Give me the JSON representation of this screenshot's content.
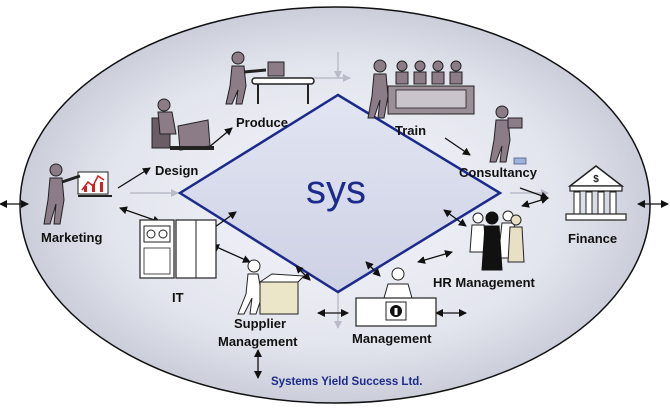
{
  "center_label": "sys",
  "company_name": "Systems Yield Success  Ltd.",
  "colors": {
    "ellipse_fill_outer": "#c7cad6",
    "ellipse_fill_inner": "#f2f3f8",
    "diamond_fill": "#d8dcec",
    "diamond_stroke": "#1c2a8c",
    "brand_text": "#1c2a8c"
  },
  "nodes": {
    "marketing": {
      "label": "Marketing",
      "icon": "presenter-chart-icon"
    },
    "design": {
      "label": "Design",
      "icon": "designer-desk-icon"
    },
    "produce": {
      "label": "Produce",
      "icon": "conveyor-worker-icon"
    },
    "train": {
      "label": "Train",
      "icon": "trainer-class-icon"
    },
    "consultancy": {
      "label": "Consultancy",
      "icon": "consultant-icon"
    },
    "finance": {
      "label": "Finance",
      "icon": "bank-building-icon"
    },
    "hr": {
      "label": "HR Management",
      "icon": "people-group-icon"
    },
    "management": {
      "label": "Management",
      "icon": "manager-desk-icon"
    },
    "supplier_1": {
      "label": "Supplier",
      "icon": "box-carrier-icon"
    },
    "supplier_2": {
      "label": "Management"
    },
    "it": {
      "label": "IT",
      "icon": "server-cabinet-icon"
    }
  }
}
